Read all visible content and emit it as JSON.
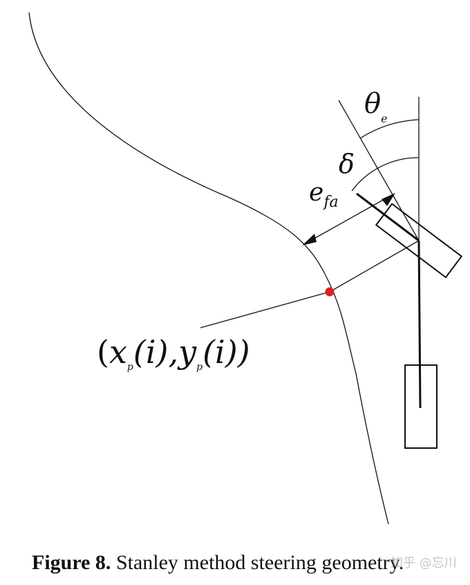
{
  "diagram": {
    "labels": {
      "theta": "θ",
      "theta_sub": "e",
      "delta": "δ",
      "e": "e",
      "e_sub": "fa",
      "point_open": "(",
      "x": "x",
      "x_sub": "p",
      "x_arg": "(i),",
      "y": "y",
      "y_sub": "p",
      "y_arg": "(i))"
    },
    "colors": {
      "stroke": "#111111",
      "path_point": "#e02020"
    }
  },
  "caption": {
    "label": "Figure 8.",
    "text": "Stanley method steering geometry."
  },
  "watermark": {
    "text": "知乎 @忘川"
  }
}
